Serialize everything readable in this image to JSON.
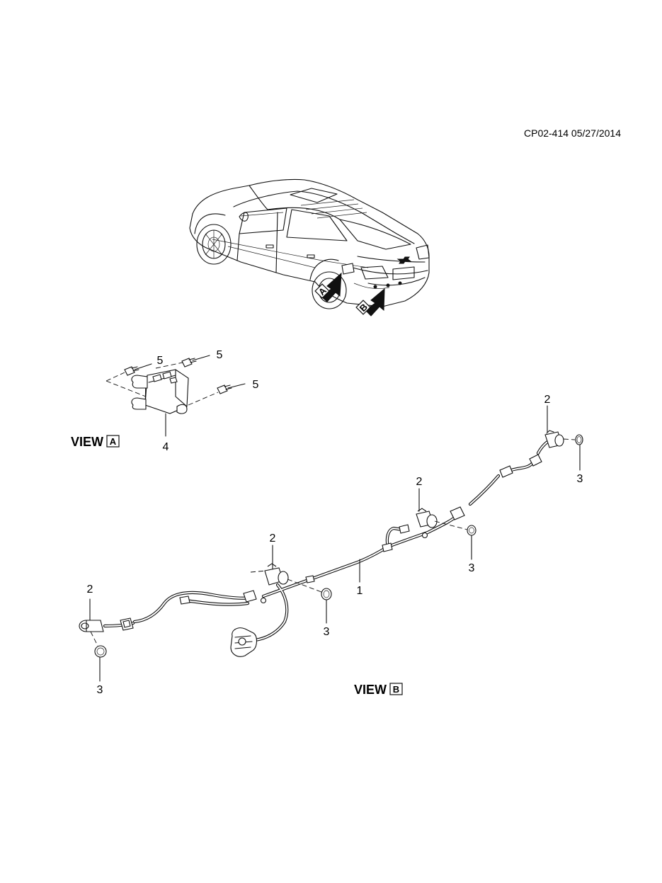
{
  "doc_code": "CP02-414 05/27/2014",
  "views": {
    "a": {
      "label": "VIEW",
      "letter": "A"
    },
    "b": {
      "label": "VIEW",
      "letter": "B"
    }
  },
  "car_arrows": {
    "a": "A",
    "b": "B"
  },
  "callouts": {
    "p1": "1",
    "p2a": "2",
    "p2b": "2",
    "p2c": "2",
    "p2d": "2",
    "p3a": "3",
    "p3b": "3",
    "p3c": "3",
    "p3d": "3",
    "p4": "4",
    "p5a": "5",
    "p5b": "5",
    "p5c": "5"
  }
}
